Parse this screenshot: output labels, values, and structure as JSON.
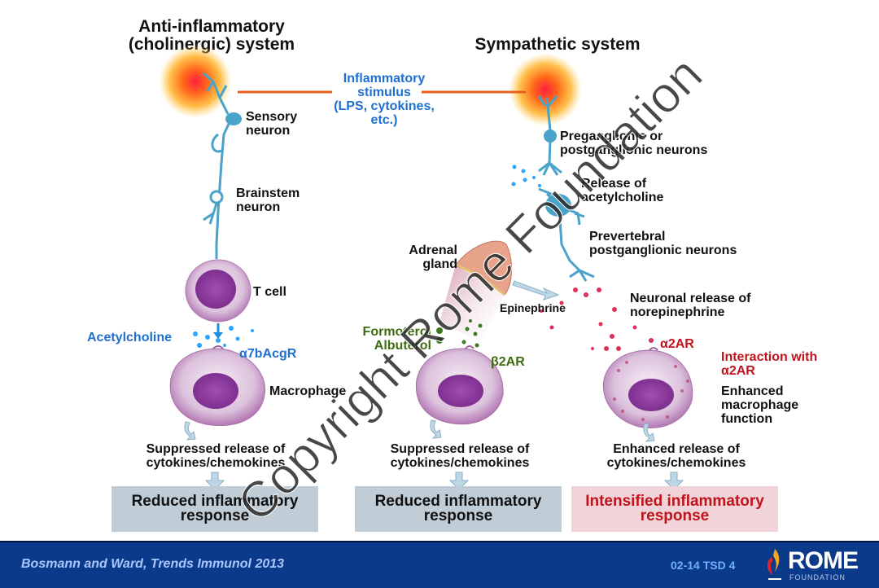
{
  "titles": {
    "left": "Anti-inflammatory\n(cholinergic) system",
    "left_line1": "Anti-inflammatory",
    "left_line2": "(cholinergic) system",
    "right": "Sympathetic system"
  },
  "stimulus": {
    "line1": "Inflammatory",
    "line2": "stimulus",
    "line3": "(LPS, cytokines,",
    "line4": "etc.)"
  },
  "left_pathway": {
    "sensory_neuron": [
      "Sensory",
      "neuron"
    ],
    "brainstem_neuron": [
      "Brainstem",
      "neuron"
    ],
    "t_cell": "T cell",
    "acetylcholine": "Acetylcholine",
    "receptor": "α7bAcgR",
    "macrophage": "Macrophage",
    "outcome": [
      "Suppressed release of",
      "cytokines/chemokines"
    ],
    "response": [
      "Reduced inflammatory",
      "response"
    ]
  },
  "middle_pathway": {
    "adrenal_gland": [
      "Adrenal",
      "gland"
    ],
    "epinephrine": "Epinephrine",
    "drugs": [
      "Formoterol",
      "Albuterol"
    ],
    "receptor": "β2AR",
    "outcome": [
      "Suppressed release of",
      "cytokines/chemokines"
    ],
    "response": [
      "Reduced inflammatory",
      "response"
    ]
  },
  "right_pathway": {
    "pre_post_neurons": [
      "Preganglionic or",
      "postganglionic neurons"
    ],
    "release_ach": [
      "Release of",
      "acetylcholine"
    ],
    "prevertebral": [
      "Prevertebral",
      "postganglionic neurons"
    ],
    "norepinephrine": [
      "Neuronal release of",
      "norepinephrine"
    ],
    "receptor": "α2AR",
    "interaction": [
      "Interaction with",
      "α2AR"
    ],
    "enhanced_function": [
      "Enhanced",
      "macrophage",
      "function"
    ],
    "outcome": [
      "Enhanced release of",
      "cytokines/chemokines"
    ],
    "response": [
      "Intensified inflammatory",
      "response"
    ]
  },
  "watermark": "Copyright Rome Foundation",
  "footer": {
    "citation": "Bosmann and Ward, Trends Immunol 2013",
    "slide_code": "02-14  TSD 4",
    "logo_main": "ROME",
    "logo_sub": "FOUNDATION"
  },
  "colors": {
    "blue_text": "#1f6fd1",
    "green_text": "#3d6b12",
    "red_text": "#c0141c",
    "stimulus_line": "#e8601c",
    "neuron": "#4aa3c8",
    "gray_box": "#c0cdd6",
    "pink_box": "#f1d4d9",
    "footer_bg": "#0c3a8a"
  }
}
